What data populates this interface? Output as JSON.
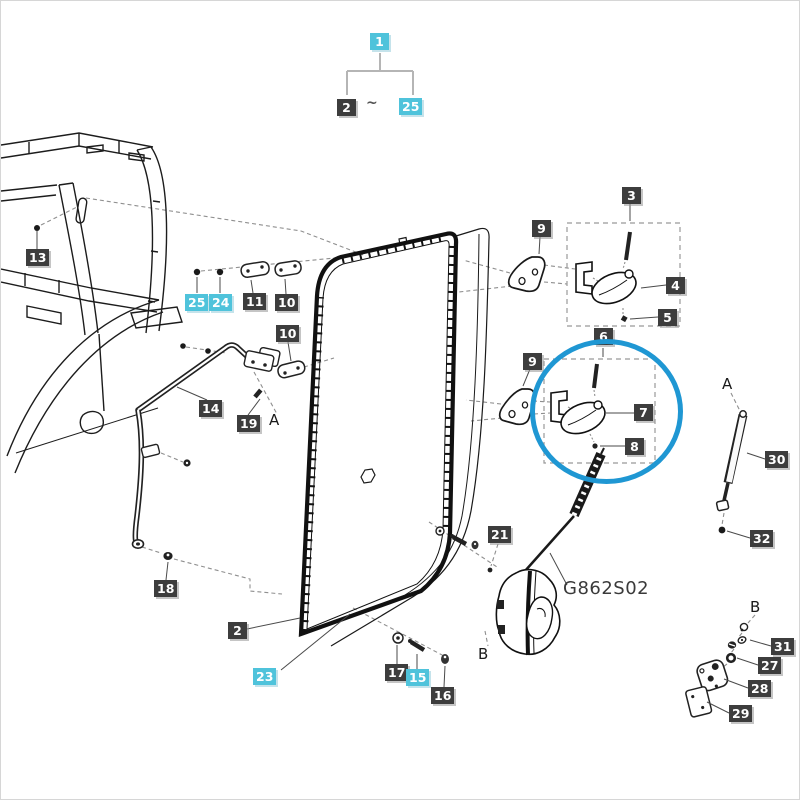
{
  "colors": {
    "chip_dark": "#3d3d3d",
    "chip_cyan": "#4fc3db",
    "highlight_circle": "#1f97d3"
  },
  "legend": {
    "parent": "1",
    "range_start": "2",
    "range_separator": "~",
    "range_end": "25"
  },
  "part_code": "G862S02",
  "markers": {
    "a_handrail": "A",
    "a_strut": "A",
    "b_latch": "B",
    "b_striker": "B"
  },
  "parts": {
    "n13": "13",
    "n25": "25",
    "n24": "24",
    "n11": "11",
    "n10_upper": "10",
    "n10_lower": "10",
    "n14": "14",
    "n19": "19",
    "n18": "18",
    "n2": "2",
    "n23": "23",
    "n17": "17",
    "n15": "15",
    "n16": "16",
    "n21": "21",
    "n9_upper": "9",
    "n3": "3",
    "n4": "4",
    "n5": "5",
    "n6": "6",
    "n9_lower": "9",
    "n7": "7",
    "n8": "8",
    "n30": "30",
    "n32": "32",
    "n31": "31",
    "n27": "27",
    "n28": "28",
    "n29": "29"
  }
}
